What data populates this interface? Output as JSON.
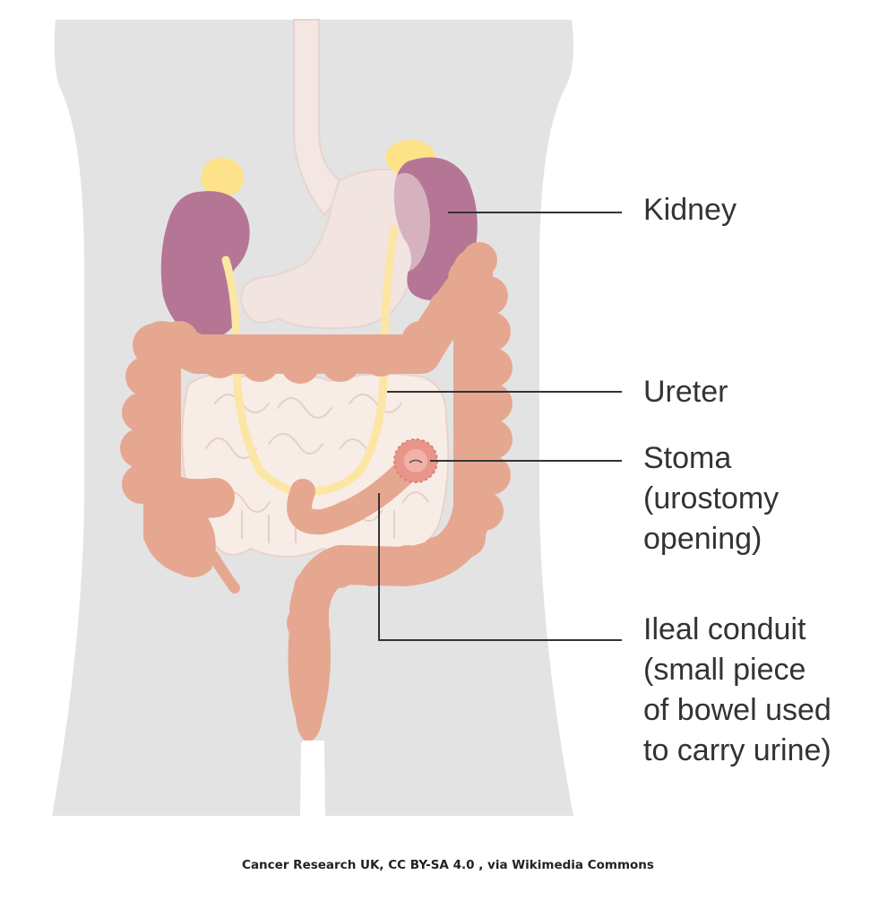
{
  "labels": {
    "kidney": "Kidney",
    "ureter": "Ureter",
    "stoma": [
      "Stoma",
      "(urostomy",
      "opening)"
    ],
    "ileal_conduit": [
      "Ileal conduit",
      "(small piece",
      "of bowel used",
      "to carry urine)"
    ]
  },
  "credit": "Cancer Research UK, CC BY-SA 4.0 , via Wikimedia Commons",
  "colors": {
    "body": "#e3e3e3",
    "esophagus": "#f3e6e3",
    "stomach": "#f1e4e1",
    "kidney": "#b57696",
    "adrenal": "#fde28a",
    "ureter": "#fbe6a4",
    "colon": "#e6a790",
    "small_intestine": "#f8ece6",
    "stoma": "#e8958a",
    "leader_line": "#333333",
    "text": "#333333"
  }
}
